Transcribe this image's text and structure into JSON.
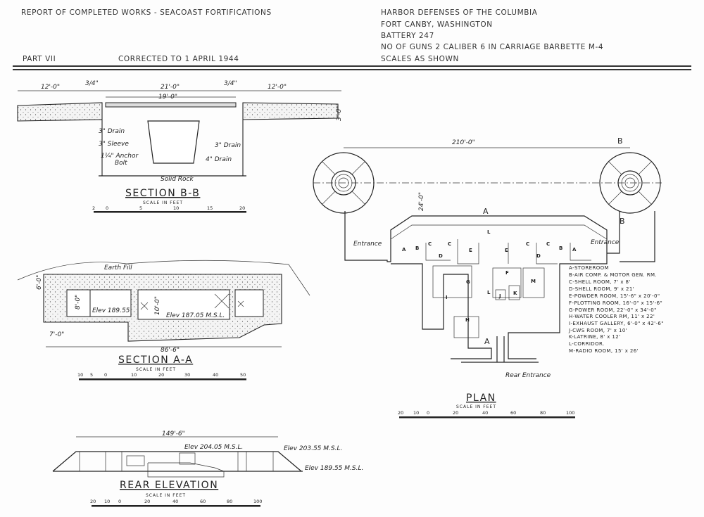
{
  "header": {
    "report_title": "REPORT OF COMPLETED WORKS - SEACOAST FORTIFICATIONS",
    "part": "PART VII",
    "corrected": "CORRECTED TO 1 APRIL 1944",
    "harbor": "HARBOR DEFENSES OF THE COLUMBIA",
    "fort": "FORT CANBY, WASHINGTON",
    "battery": "BATTERY 247",
    "guns": "NO OF GUNS 2 CALIBER 6 IN CARRIAGE BARBETTE M-4",
    "scales": "SCALES AS SHOWN"
  },
  "section_bb": {
    "title": "SECTION B-B",
    "scale_label": "SCALE IN FEET",
    "scale_ticks": [
      "2",
      "0",
      "5",
      "10",
      "15",
      "20"
    ],
    "dims": [
      "12'-0\"",
      "3/4\"",
      "21'-0\"",
      "19'-0\"",
      "3/4\"",
      "12'-0\"",
      "3'-0\""
    ],
    "notes": [
      "3\" Drain",
      "3\" Sleeve",
      "1¼\" Anchor",
      "Bolt",
      "3\" Drain",
      "4\" Drain",
      "Solid Rock"
    ]
  },
  "section_aa": {
    "title": "SECTION A-A",
    "scale_label": "SCALE IN FEET",
    "scale_ticks": [
      "10",
      "5",
      "0",
      "10",
      "20",
      "30",
      "40",
      "50"
    ],
    "notes": [
      "Earth Fill",
      "6'-0\"",
      "8'-0\"",
      "Elev 189.55",
      "10'-0\"",
      "Elev 187.05 M.S.L.",
      "7'-0\"",
      "86'-6\""
    ]
  },
  "rear_elevation": {
    "title": "REAR ELEVATION",
    "scale_label": "SCALE IN FEET",
    "scale_ticks": [
      "20",
      "10",
      "0",
      "20",
      "40",
      "60",
      "80",
      "100"
    ],
    "notes": [
      "149'-6\"",
      "Elev 204.05 M.S.L.",
      "Elev 203.55 M.S.L.",
      "Elev 189.55 M.S.L."
    ]
  },
  "plan": {
    "title": "PLAN",
    "scale_label": "SCALE IN FEET",
    "scale_ticks": [
      "20",
      "10",
      "0",
      "20",
      "40",
      "60",
      "80",
      "100"
    ],
    "dims": [
      "210'-0\"",
      "24'-0\""
    ],
    "section_marks": [
      "B",
      "B",
      "A",
      "A"
    ],
    "labels": [
      "Entrance",
      "Entrance",
      "Rear Entrance"
    ],
    "rooms": [
      "A",
      "B",
      "C",
      "C",
      "D",
      "E",
      "L",
      "E",
      "C",
      "C",
      "D",
      "B",
      "A",
      "F",
      "G",
      "M",
      "L",
      "J",
      "K",
      "I",
      "H"
    ]
  },
  "legend": [
    "A-STOREROOM",
    "B-AIR COMP. & MOTOR GEN. RM.",
    "C-SHELL ROOM, 7' x 8'",
    "D-SHELL ROOM, 9' x 21'",
    "E-POWDER ROOM, 15'-6\" x 20'-0\"",
    "F-PLOTTING ROOM, 16'-0\" x 15'-6\"",
    "G-POWER ROOM, 22'-0\" x 34'-0\"",
    "H-WATER COOLER RM, 11' x 22'",
    "I-EXHAUST GALLERY, 6'-0\" x 42'-6\"",
    "J-CWS ROOM, 7' x 10'",
    "K-LATRINE, 8' x 12'",
    "L-CORRIDOR.",
    "M-RADIO ROOM, 15' x 26'"
  ]
}
